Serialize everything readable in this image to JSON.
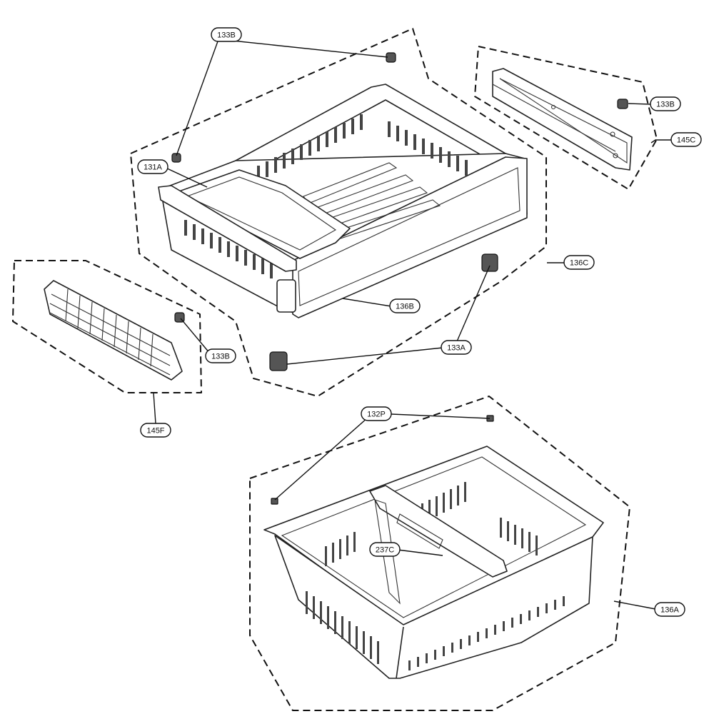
{
  "callouts": [
    {
      "id": "c-133b-top",
      "label": "133B"
    },
    {
      "id": "c-133b-right",
      "label": "133B"
    },
    {
      "id": "c-145c",
      "label": "145C"
    },
    {
      "id": "c-131a",
      "label": "131A"
    },
    {
      "id": "c-136c",
      "label": "136C"
    },
    {
      "id": "c-136b",
      "label": "136B"
    },
    {
      "id": "c-133a",
      "label": "133A"
    },
    {
      "id": "c-133b-left",
      "label": "133B"
    },
    {
      "id": "c-145f",
      "label": "145F"
    },
    {
      "id": "c-132p",
      "label": "132P"
    },
    {
      "id": "c-237c",
      "label": "237C"
    },
    {
      "id": "c-136a",
      "label": "136A"
    }
  ]
}
